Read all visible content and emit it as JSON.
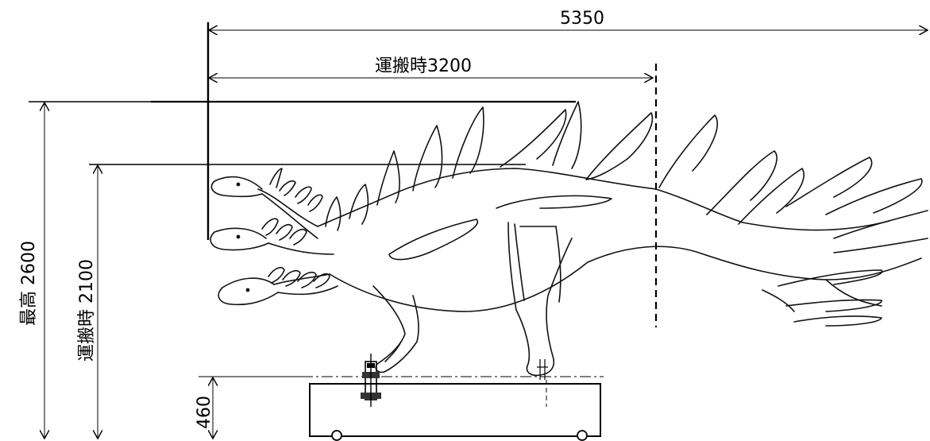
{
  "dimensions": {
    "overall_length": "5350",
    "transport_length": "運搬時3200",
    "max_height": "最高 2600",
    "transport_height": "運搬時 2100",
    "base_height": "460"
  }
}
